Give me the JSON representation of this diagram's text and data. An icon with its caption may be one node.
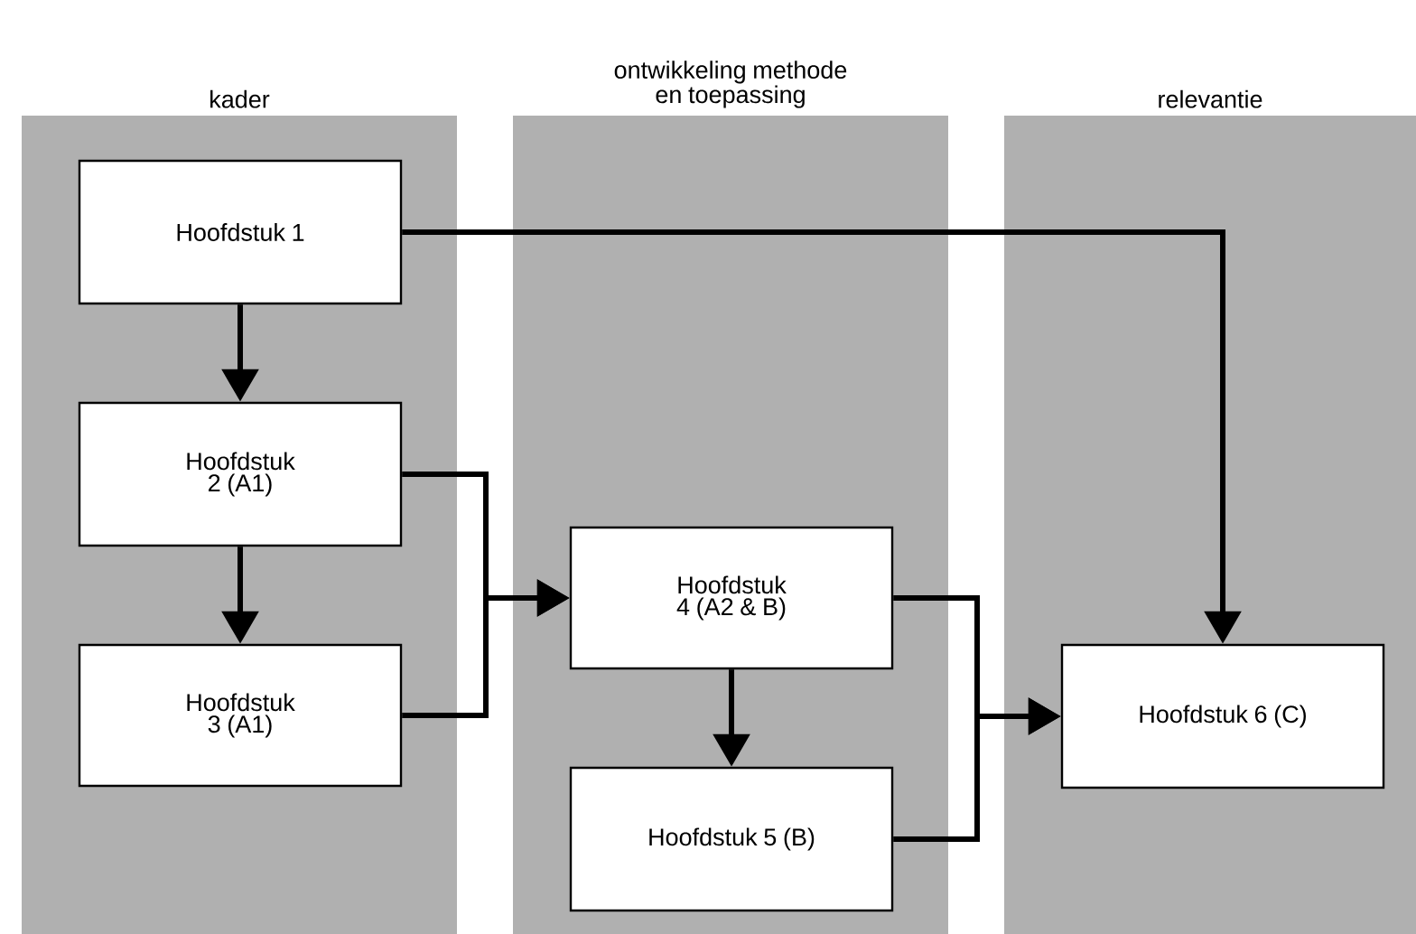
{
  "diagram": {
    "nodes": [
      {
        "text": [
          "kader"
        ]
      },
      {
        "text": [
          "ontwikkeling methode en toepassing"
        ]
      },
      {
        "text": [
          "relevantie"
        ]
      },
      {
        "text": [
          "Hoofdstuk 1"
        ],
        "in": 0
      },
      {
        "text": [
          "Hoofdstuk 2 (A1)"
        ],
        "in": 0
      },
      {
        "text": [
          "Hoofdstuk 3 (A1)"
        ],
        "in": 0
      },
      {
        "text": [
          "Hoofdstuk 4 (A2 & B)"
        ],
        "in": 1
      },
      {
        "text": [
          "Hoofdstuk 5 (B)"
        ],
        "in": 1
      },
      {
        "text": [
          "Hoofdstuk 6 (C)"
        ],
        "in": 2
      }
    ],
    "edges": [
      {
        "from": 3,
        "to": 8,
        "arrow": "to"
      },
      {
        "from": 3,
        "to": 4,
        "arrow": "to"
      },
      {
        "from": 4,
        "to": 5,
        "arrow": "to"
      },
      {
        "from": 4,
        "to": 6,
        "arrow": "to"
      },
      {
        "from": 5,
        "to": 6,
        "arrow": "to"
      },
      {
        "from": 6,
        "to": 7,
        "arrow": "to"
      },
      {
        "from": 6,
        "to": 8,
        "arrow": "to"
      },
      {
        "from": 7,
        "to": 8,
        "arrow": "to"
      }
    ]
  }
}
